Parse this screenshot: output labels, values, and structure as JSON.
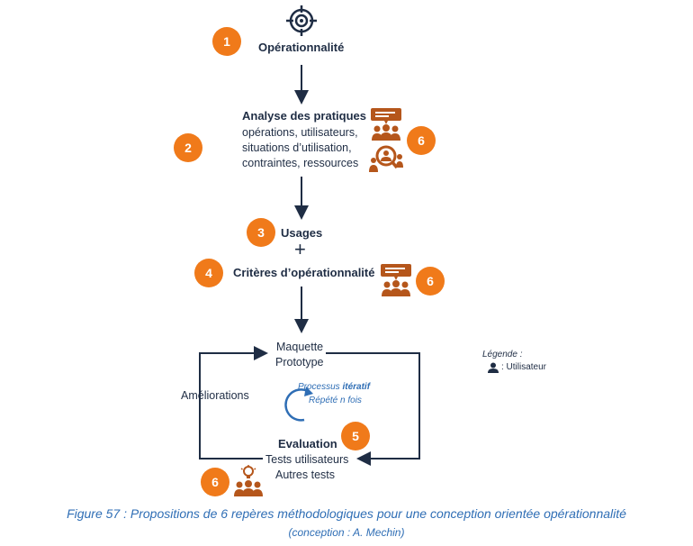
{
  "steps": {
    "operationnalite": {
      "number": "1",
      "title": "Opérationnalité"
    },
    "analyse": {
      "number": "2",
      "title": "Analyse des pratiques",
      "lines": [
        "opérations, utilisateurs,",
        "situations d’utilisation,",
        "contraintes, ressources"
      ],
      "badge": "6"
    },
    "usages": {
      "number": "3",
      "title": "Usages",
      "plus": "+"
    },
    "criteres": {
      "number": "4",
      "title": "Critères d’opérationnalité",
      "badge": "6"
    },
    "maquette": {
      "line1": "Maquette",
      "line2": "Prototype"
    },
    "ameliorations": "Améliorations",
    "processus": {
      "prefix": "Processus ",
      "emphasis": "itératif",
      "repeat": "Répété n fois"
    },
    "evaluation": {
      "number": "5",
      "title": "Evaluation",
      "line1": "Tests utilisateurs",
      "line2": "Autres tests"
    },
    "bottom_badge": "6"
  },
  "legend": {
    "title": "Légende :",
    "item": ": Utilisateur"
  },
  "caption": {
    "line1": "Figure 57 : Propositions de 6 repères méthodologiques pour une conception orientée opérationnalité",
    "line2": "(conception : A. Mechin)"
  },
  "colors": {
    "accent": "#f07a1a",
    "icon": "#b5561b",
    "dark": "#1f2d44",
    "blue": "#2f6eb5"
  },
  "icons": [
    "target-icon",
    "chat-group-icon",
    "search-group-icon",
    "user-icon",
    "lightbulb-group-icon",
    "refresh-arrow-icon"
  ]
}
